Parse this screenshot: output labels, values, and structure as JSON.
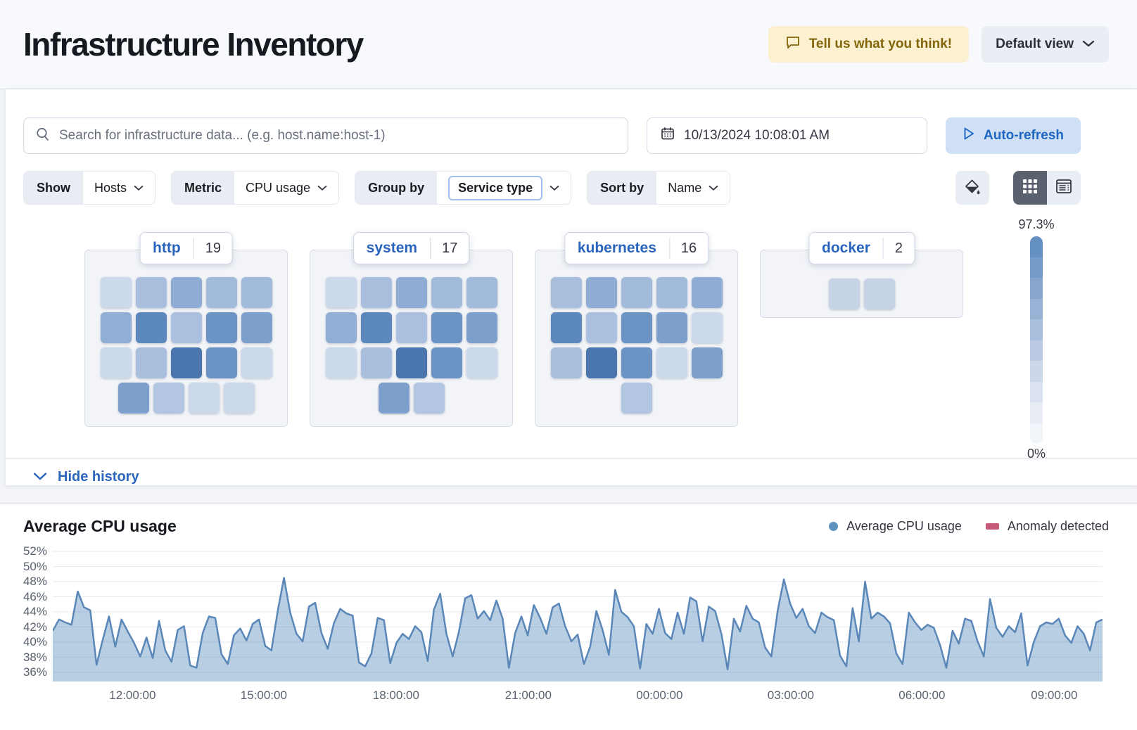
{
  "header": {
    "title": "Infrastructure Inventory",
    "feedback_label": "Tell us what you think!",
    "view_label": "Default view"
  },
  "toolbar": {
    "search_placeholder": "Search for infrastructure data... (e.g. host.name:host-1)",
    "datetime": "10/13/2024 10:08:01 AM",
    "auto_refresh_label": "Auto-refresh"
  },
  "filters": {
    "show_label": "Show",
    "show_value": "Hosts",
    "metric_label": "Metric",
    "metric_value": "CPU usage",
    "group_by_label": "Group by",
    "group_by_value": "Service type",
    "sort_by_label": "Sort by",
    "sort_by_value": "Name"
  },
  "waffle": {
    "legend_max": "97.3%",
    "legend_min": "0%",
    "legend_steps": [
      "#6590c2",
      "#759cc8",
      "#86a6ce",
      "#98b2d5",
      "#a9bedd",
      "#bccbe4",
      "#ccd7ea",
      "#dce3f0",
      "#e8edf5",
      "#f1f4f9"
    ],
    "groups": [
      {
        "name": "http",
        "count": "19",
        "rows": [
          [
            "#ccd9ea",
            "#a9bedd",
            "#8fadd4",
            "#a3bbdb",
            "#a3bbdb"
          ],
          [
            "#91aed4",
            "#5d88bd",
            "#abc0de",
            "#6b93c4",
            "#7d9fcb"
          ],
          [
            "#ccd9ea",
            "#aabfdd",
            "#4a76ad",
            "#6b93c4",
            "#ccd9ea"
          ],
          [
            "#7d9fcb",
            "#b3c6e1",
            "#ccd9ea",
            "#ccd9ea"
          ]
        ]
      },
      {
        "name": "system",
        "count": "17",
        "rows": [
          [
            "#ccd9ea",
            "#a9bedd",
            "#8fadd4",
            "#a3bbdb",
            "#a3bbdb"
          ],
          [
            "#91aed4",
            "#5d88bd",
            "#abc0de",
            "#6b93c4",
            "#7d9fcb"
          ],
          [
            "#ccd9ea",
            "#aabfdd",
            "#4a76ad",
            "#6b93c4",
            "#ccd9ea"
          ],
          [
            "#7d9fcb",
            "#b3c6e1"
          ]
        ]
      },
      {
        "name": "kubernetes",
        "count": "16",
        "rows": [
          [
            "#a9bedd",
            "#8fadd4",
            "#a3bbdb",
            "#a3bbdb",
            "#8fadd4"
          ],
          [
            "#5d88bd",
            "#abc0de",
            "#6b93c4",
            "#7d9fcb",
            "#ccd9ea"
          ],
          [
            "#aabfdd",
            "#4a76ad",
            "#6b93c4",
            "#ccd9ea",
            "#7d9fcb"
          ],
          [
            "#b3c6e1"
          ]
        ]
      },
      {
        "name": "docker",
        "count": "2",
        "small": true,
        "rows": [
          [
            "#c6d3e6",
            "#c6d3e6"
          ]
        ]
      }
    ]
  },
  "history": {
    "toggle_label": "Hide history"
  },
  "chart_data": {
    "type": "area",
    "title": "Average CPU usage",
    "line_color": "#5a87b8",
    "fill_color": "#6092c0",
    "fill_opacity": 0.45,
    "grid": true,
    "legend_position": "top-right",
    "legend": [
      {
        "label": "Average CPU usage",
        "swatch": "dot",
        "color": "#6092c0"
      },
      {
        "label": "Anomaly detected",
        "swatch": "rect",
        "color": "#c65b79"
      }
    ],
    "ylim": [
      36,
      52
    ],
    "y_ticks": [
      {
        "label": "52%",
        "value": 52
      },
      {
        "label": "50%",
        "value": 50
      },
      {
        "label": "48%",
        "value": 48
      },
      {
        "label": "46%",
        "value": 46
      },
      {
        "label": "44%",
        "value": 44
      },
      {
        "label": "42%",
        "value": 42
      },
      {
        "label": "40%",
        "value": 40
      },
      {
        "label": "38%",
        "value": 38
      },
      {
        "label": "36%",
        "value": 36
      }
    ],
    "x_ticks": [
      {
        "label": "12:00:00",
        "frac": 0.076
      },
      {
        "label": "15:00:00",
        "frac": 0.201
      },
      {
        "label": "18:00:00",
        "frac": 0.327
      },
      {
        "label": "21:00:00",
        "frac": 0.453
      },
      {
        "label": "00:00:00",
        "frac": 0.578
      },
      {
        "label": "03:00:00",
        "frac": 0.703
      },
      {
        "label": "06:00:00",
        "frac": 0.828
      },
      {
        "label": "09:00:00",
        "frac": 0.954
      }
    ],
    "values": [
      41.5,
      43.0,
      42.6,
      42.3,
      46.7,
      44.6,
      44.2,
      37.0,
      40.3,
      43.4,
      39.4,
      43.0,
      41.4,
      39.9,
      38.1,
      40.6,
      37.9,
      42.8,
      38.9,
      37.4,
      41.6,
      42.1,
      36.9,
      36.6,
      41.2,
      43.4,
      43.2,
      38.4,
      37.1,
      40.9,
      41.8,
      40.2,
      42.4,
      43.0,
      39.5,
      38.9,
      44.1,
      48.5,
      43.9,
      41.1,
      40.1,
      44.7,
      45.2,
      41.2,
      39.1,
      42.5,
      44.4,
      43.8,
      43.5,
      37.3,
      36.8,
      38.5,
      43.2,
      42.9,
      37.2,
      39.9,
      41.1,
      40.4,
      42.1,
      41.3,
      37.5,
      44.3,
      46.4,
      41.1,
      38.1,
      41.4,
      45.8,
      46.2,
      43.1,
      44.1,
      42.9,
      45.5,
      43.1,
      36.6,
      41.2,
      43.4,
      40.9,
      44.9,
      43.2,
      41.1,
      44.6,
      45.1,
      42.1,
      40.1,
      41.0,
      37.1,
      39.4,
      44.1,
      41.6,
      38.3,
      46.9,
      44.0,
      43.3,
      42.1,
      36.5,
      42.4,
      41.1,
      44.4,
      41.2,
      40.4,
      43.9,
      41.1,
      45.9,
      45.4,
      40.1,
      44.7,
      44.1,
      41.1,
      36.4,
      43.1,
      41.4,
      44.8,
      43.1,
      42.6,
      39.3,
      38.1,
      44.1,
      48.3,
      45.1,
      43.2,
      44.4,
      42.1,
      41.2,
      43.9,
      43.3,
      42.9,
      38.2,
      36.8,
      44.5,
      40.1,
      48.0,
      43.1,
      43.9,
      43.4,
      42.5,
      38.5,
      37.1,
      43.9,
      42.6,
      41.6,
      42.3,
      41.9,
      39.6,
      36.6,
      41.5,
      39.8,
      43.1,
      42.8,
      40.1,
      38.1,
      45.7,
      41.9,
      40.7,
      42.1,
      41.3,
      43.8,
      36.9,
      40.0,
      42.1,
      42.6,
      42.4,
      43.1,
      40.9,
      39.9,
      42.1,
      41.1,
      38.9,
      42.6,
      43.0
    ]
  }
}
